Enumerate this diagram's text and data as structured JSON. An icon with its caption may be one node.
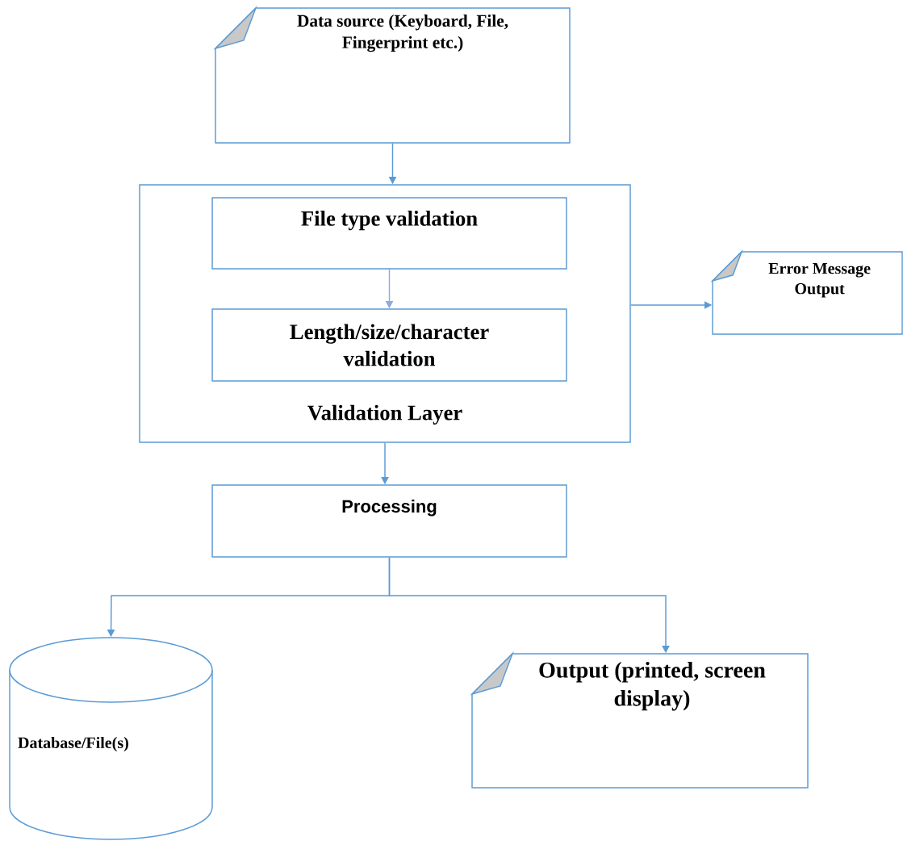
{
  "diagram": {
    "nodes": [
      {
        "text": [
          "Data source (Keyboard, File, Fingerprint etc.)"
        ]
      },
      {
        "text": [
          "Validation Layer"
        ]
      },
      {
        "text": [
          "File type validation"
        ],
        "in": 1
      },
      {
        "text": [
          "Length/size/character validation"
        ],
        "in": 1
      },
      {
        "text": [
          "Error Message Output"
        ]
      },
      {
        "text": [
          "Processing"
        ]
      },
      {
        "text": [
          "Database/File(s)"
        ]
      },
      {
        "text": [
          "Output (printed, screen display)"
        ]
      }
    ],
    "edges": [
      {
        "from": 0,
        "to": 1,
        "arrow": "to"
      },
      {
        "from": 2,
        "to": 3,
        "arrow": "to",
        "color": "#8faadc"
      },
      {
        "from": 1,
        "to": 4,
        "arrow": "to"
      },
      {
        "from": 1,
        "to": 5,
        "arrow": "to"
      },
      {
        "from": 5,
        "to": 6,
        "arrow": "to"
      },
      {
        "from": 5,
        "to": 7,
        "arrow": "to"
      }
    ]
  }
}
